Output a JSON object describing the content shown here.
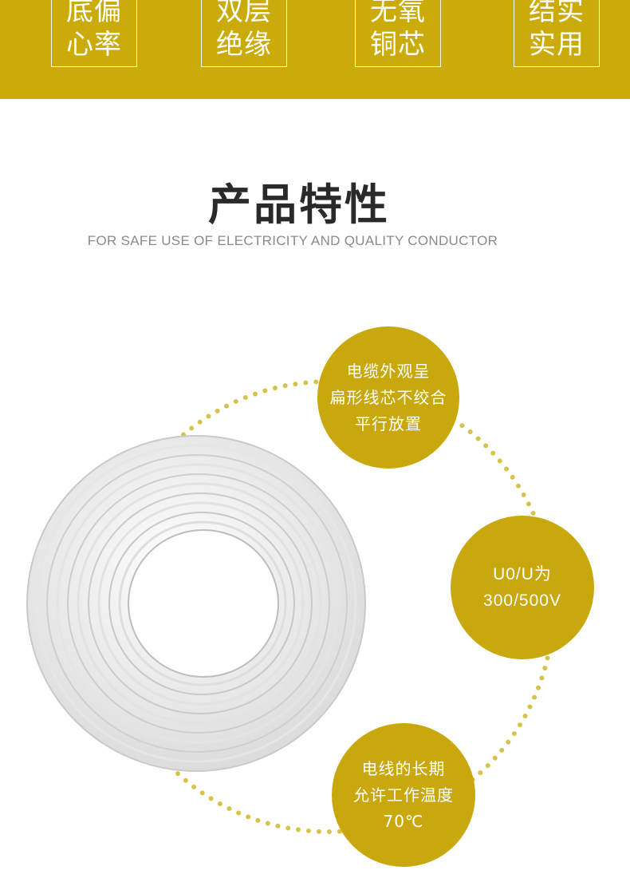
{
  "banner": {
    "badges": [
      {
        "line1": "底偏",
        "line2": "心率"
      },
      {
        "line1": "双层",
        "line2": "绝缘"
      },
      {
        "line1": "无氧",
        "line2": "铜芯"
      },
      {
        "line1": "结实",
        "line2": "实用"
      }
    ]
  },
  "section": {
    "title": "产品特性",
    "subtitle": "FOR SAFE USE OF ELECTRICITY AND QUALITY CONDUCTOR"
  },
  "features": [
    {
      "line1": "电缆外观呈",
      "line2": "扁形线芯不绞合",
      "line3": "平行放置"
    },
    {
      "line1": "U0/U为",
      "line2": "300/500V"
    },
    {
      "line1": "电线的长期",
      "line2": "允许工作温度",
      "line3": "70℃"
    }
  ],
  "colors": {
    "accent": "#cbab0a",
    "title": "#2a2a2a",
    "subtitle": "#8a8a8a"
  },
  "images": {
    "product": "white-flat-cable-coil"
  }
}
